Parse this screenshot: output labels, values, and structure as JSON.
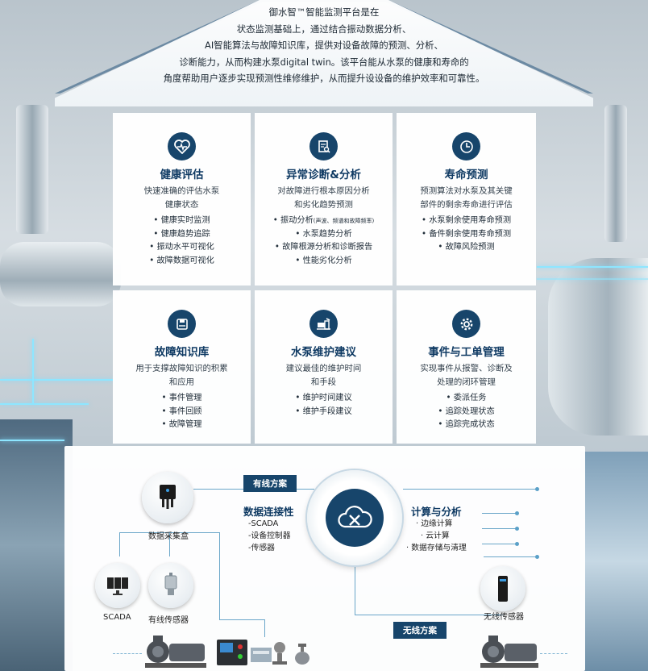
{
  "intro": {
    "lines": [
      "御水智™智能监测平台是在",
      "状态监测基础上，通过结合振动数据分析、",
      "AI智能算法与故障知识库，提供对设备故障的预测、分析、",
      "诊断能力，从而构建水泵digital twin。该平台能从水泵的健康和寿命的",
      "角度帮助用户逐步实现预测性维修维护，从而提升设设备的维护效率和可靠性。"
    ]
  },
  "cards": [
    {
      "icon": "heart-pulse-icon",
      "title": "健康评估",
      "desc": [
        "快速准确的评估水泵",
        "健康状态"
      ],
      "items": [
        "健康实时监测",
        "健康趋势追踪",
        "振动水平可视化",
        "故障数据可视化"
      ]
    },
    {
      "icon": "report-search-icon",
      "title": "异常诊断&分析",
      "desc": [
        "对故障进行根本原因分析",
        "和劣化趋势预测"
      ],
      "items": [
        "振动分析",
        "水泵趋势分析",
        "故障根源分析和诊断报告",
        "性能劣化分析"
      ],
      "item_note": "(声波、频谱和故障频率)"
    },
    {
      "icon": "clock-icon",
      "title": "寿命预测",
      "desc": [
        "预测算法对水泵及其关键",
        "部件的剩余寿命进行评估"
      ],
      "items": [
        "水泵剩余使用寿命预测",
        "备件剩余使用寿命预测",
        "故障风险预测"
      ]
    },
    {
      "icon": "database-icon",
      "title": "故障知识库",
      "desc": [
        "用于支撑故障知识的积累",
        "和应用"
      ],
      "items": [
        "事件管理",
        "事件回顾",
        "故障管理"
      ]
    },
    {
      "icon": "pump-maintenance-icon",
      "title": "水泵维护建议",
      "desc": [
        "建议最佳的维护时间",
        "和手段"
      ],
      "items": [
        "维护时间建议",
        "维护手段建议"
      ]
    },
    {
      "icon": "gear-icon",
      "title": "事件与工单管理",
      "desc": [
        "实现事件从报警、诊断及",
        "处理的闭环管理"
      ],
      "items": [
        "委派任务",
        "追踪处理状态",
        "追踪完成状态"
      ]
    }
  ],
  "arch": {
    "wired_tag": "有线方案",
    "wireless_tag": "无线方案",
    "data_box_label": "数据采集盒",
    "scada_label": "SCADA",
    "wired_sensor_label": "有线传感器",
    "wireless_sensor_label": "无线传感器",
    "connectivity": {
      "title": "数据连接性",
      "items": [
        "-SCADA",
        "-设备控制器",
        "-传感器"
      ]
    },
    "compute": {
      "title": "计算与分析",
      "items": [
        "· 边缘计算",
        "· 云计算",
        "· 数据存储与清理"
      ]
    },
    "colors": {
      "accent": "#17456b",
      "line": "#6aa6c9"
    }
  }
}
